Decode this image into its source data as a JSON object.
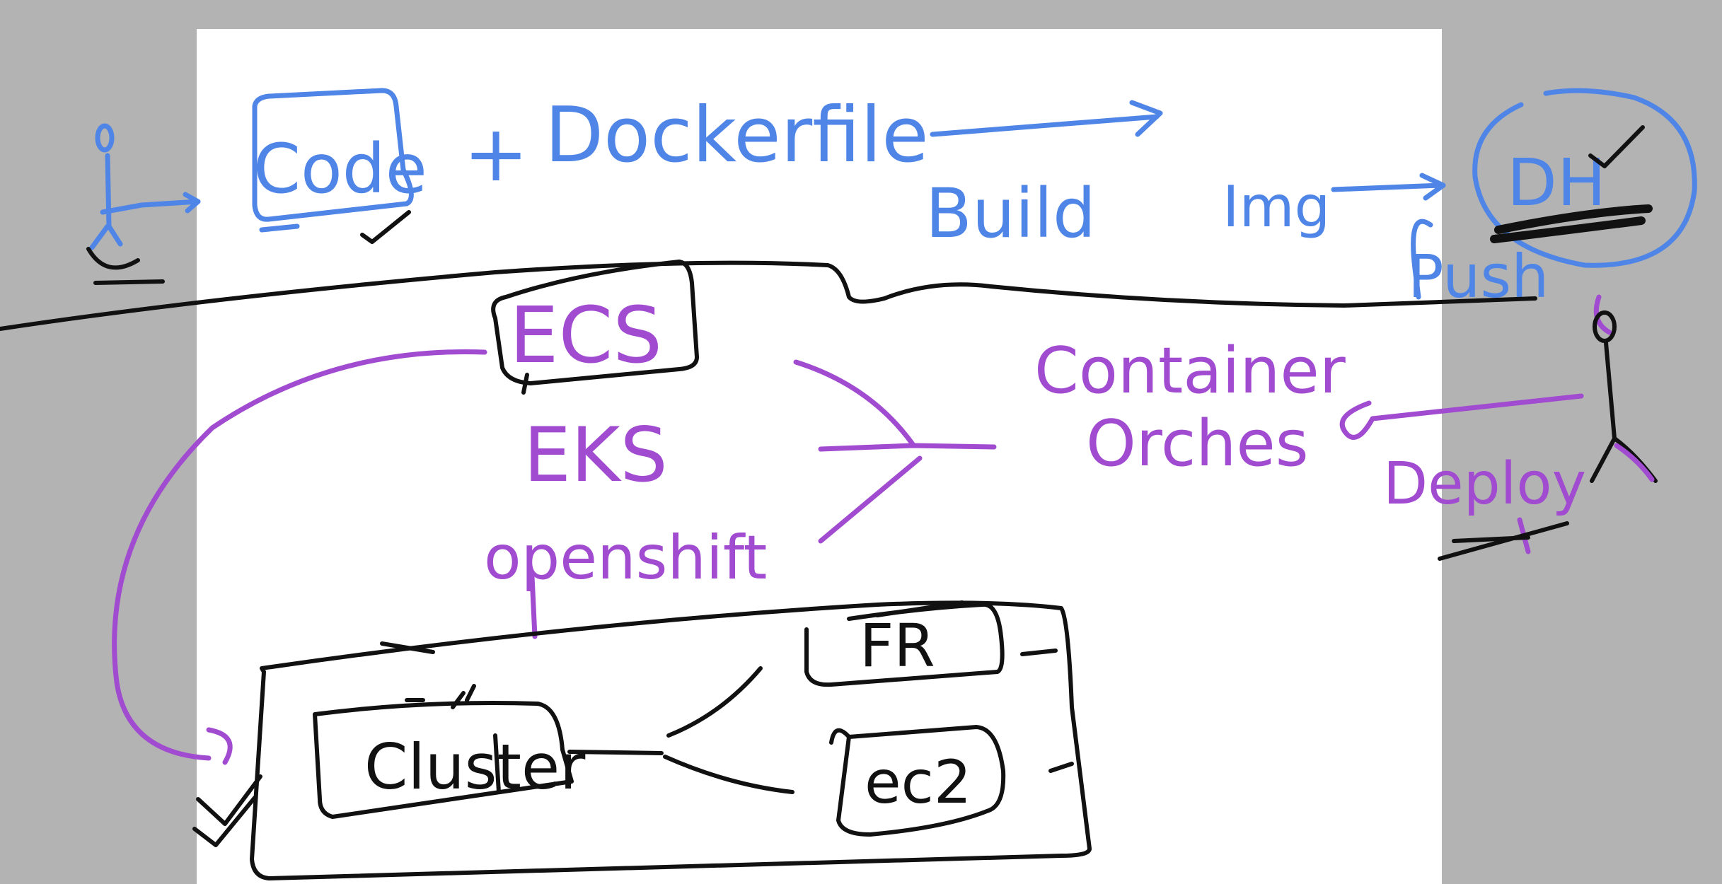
{
  "colors": {
    "background": "#b3b3b3",
    "paper": "#ffffff",
    "blue_ink": "#4f85e6",
    "purple_ink": "#a14bd0",
    "black_ink": "#111111"
  },
  "labels": {
    "code": "Code",
    "plus": "+",
    "dockerfile": "Dockerfile",
    "build": "Build",
    "img": "Img",
    "dh": "DH",
    "push": "Push",
    "ecs": "ECS",
    "eks": "EKS",
    "openshift": "openshift",
    "container": "Container",
    "orchestration": "Orches",
    "deploy": "Deploy",
    "cluster": "Cluster",
    "fr": "FR",
    "ec2": "ec2"
  }
}
